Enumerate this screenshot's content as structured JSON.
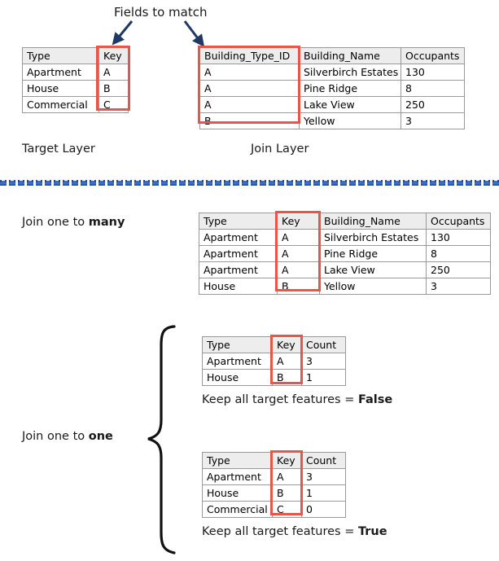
{
  "annotations": {
    "fields_to_match": "Fields to match",
    "target_layer": "Target Layer",
    "join_layer": "Join Layer",
    "join_one_to_many_prefix": "Join one to ",
    "join_one_to_many_emphasis": "many",
    "join_one_to_one_prefix": "Join one to ",
    "join_one_to_one_emphasis": "one",
    "keep_false_prefix": "Keep all target features = ",
    "keep_false_emphasis": "False",
    "keep_true_prefix": "Keep all target features = ",
    "keep_true_emphasis": "True"
  },
  "colors": {
    "highlight": "#e8564a",
    "arrow": "#1f3864",
    "divider": "#2e5fb0",
    "header_bg": "#ededed",
    "border": "#999999"
  },
  "tables": {
    "target_layer": {
      "name": "Target Layer",
      "headers": [
        "Type",
        "Key"
      ],
      "rows": [
        [
          "Apartment",
          "A"
        ],
        [
          "House",
          "B"
        ],
        [
          "Commercial",
          "C"
        ]
      ],
      "highlight_column": "Key"
    },
    "join_layer": {
      "name": "Join Layer",
      "headers": [
        "Building_Type_ID",
        "Building_Name",
        "Occupants"
      ],
      "rows": [
        [
          "A",
          "Silverbirch Estates",
          "130"
        ],
        [
          "A",
          "Pine Ridge",
          "8"
        ],
        [
          "A",
          "Lake View",
          "250"
        ],
        [
          "B",
          "Yellow",
          "3"
        ]
      ],
      "highlight_column": "Building_Type_ID"
    },
    "one_to_many_result": {
      "name": "Join one to many",
      "headers": [
        "Type",
        "Key",
        "Building_Name",
        "Occupants"
      ],
      "rows": [
        [
          "Apartment",
          "A",
          "Silverbirch Estates",
          "130"
        ],
        [
          "Apartment",
          "A",
          "Pine Ridge",
          "8"
        ],
        [
          "Apartment",
          "A",
          "Lake View",
          "250"
        ],
        [
          "House",
          "B",
          "Yellow",
          "3"
        ]
      ],
      "highlight_column": "Key"
    },
    "one_to_one_false": {
      "name": "Keep all target features = False",
      "headers": [
        "Type",
        "Key",
        "Count"
      ],
      "rows": [
        [
          "Apartment",
          "A",
          "3"
        ],
        [
          "House",
          "B",
          "1"
        ]
      ],
      "highlight_column": "Key"
    },
    "one_to_one_true": {
      "name": "Keep all target features = True",
      "headers": [
        "Type",
        "Key",
        "Count"
      ],
      "rows": [
        [
          "Apartment",
          "A",
          "3"
        ],
        [
          "House",
          "B",
          "1"
        ],
        [
          "Commercial",
          "C",
          "0"
        ]
      ],
      "highlight_column": "Key"
    }
  }
}
